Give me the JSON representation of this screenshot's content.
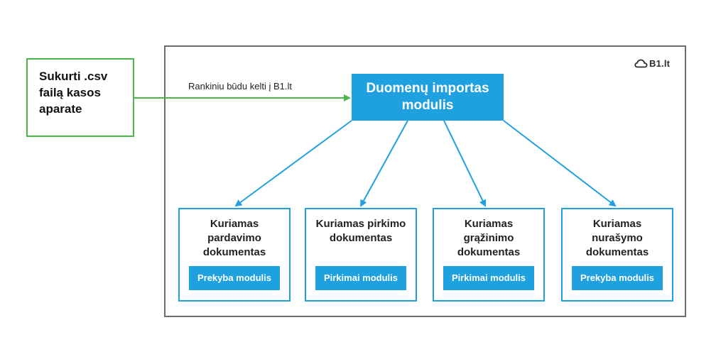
{
  "source": {
    "label": "Sukurti .csv\nfailą kasos\naparate"
  },
  "arrow_label": "Rankiniu būdu kelti į B1.lt",
  "logo": {
    "text": "B1.lt",
    "icon": "cloud-icon"
  },
  "hub": {
    "line1": "Duomenų importas",
    "line2": "modulis"
  },
  "modules": [
    {
      "title": "Kuriamas\npardavimo\ndokumentas",
      "chip": "Prekyba modulis"
    },
    {
      "title": "Kuriamas pirkimo\ndokumentas",
      "chip": "Pirkimai modulis"
    },
    {
      "title": "Kuriamas\ngrąžinimo\ndokumentas",
      "chip": "Pirkimai modulis"
    },
    {
      "title": "Kuriamas\nnurašymo\ndokumentas",
      "chip": "Prekyba modulis"
    }
  ],
  "colors": {
    "accent_blue": "#1fa0df",
    "source_green": "#49b848",
    "frame_gray": "#6d6d6d"
  }
}
